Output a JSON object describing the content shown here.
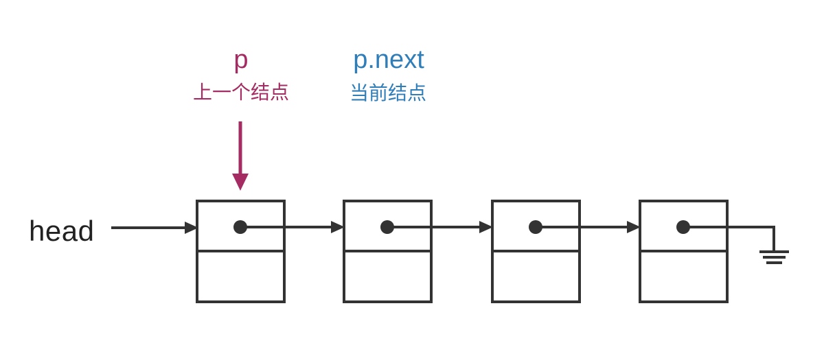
{
  "diagram": {
    "head_label": "head",
    "pointer_p": {
      "label": "p",
      "caption": "上一个结点",
      "color": "#a52c62"
    },
    "pointer_p_next": {
      "label": "p.next",
      "caption": "当前结点",
      "color": "#2f7eb9"
    },
    "list": {
      "node_count": 4,
      "terminator_icon": "ground-null-icon"
    },
    "colors": {
      "background": "#ffffff",
      "stroke": "#333333",
      "head_text": "#222222"
    }
  }
}
